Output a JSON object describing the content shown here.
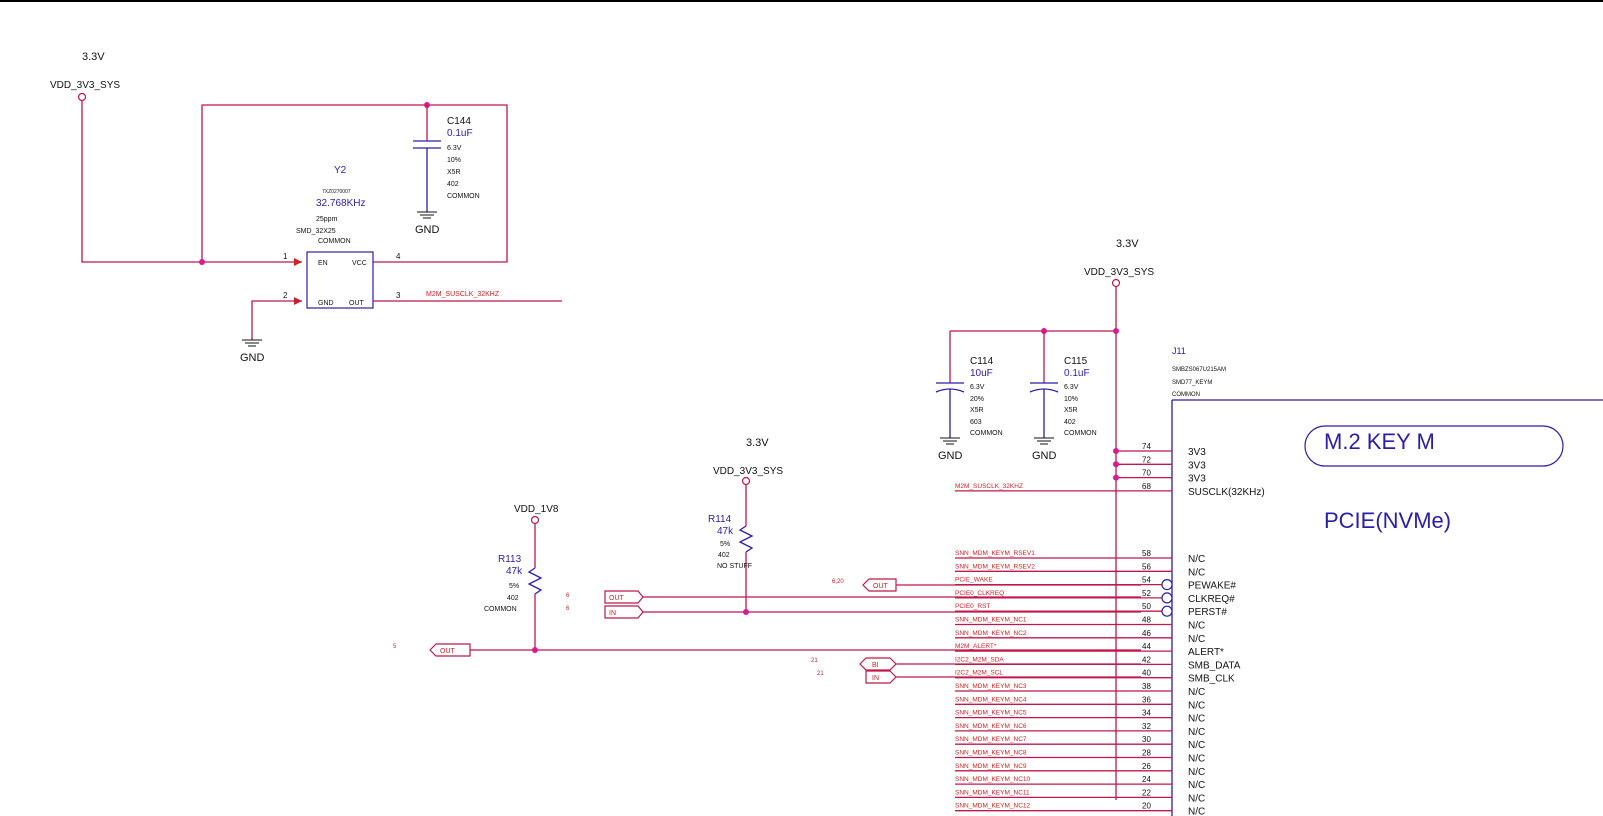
{
  "colors": {
    "wire": "#c0184a",
    "body": "#2a1ea8",
    "junction": "#d81b8f",
    "netlabel": "#d42020",
    "text": "#111111"
  },
  "rails": {
    "top_left": {
      "voltage": "3.3V",
      "net": "VDD_3V3_SYS"
    },
    "right": {
      "voltage": "3.3V",
      "net": "VDD_3V3_SYS"
    },
    "r114": {
      "voltage": "3.3V",
      "net": "VDD_3V3_SYS"
    },
    "r113": {
      "net": "VDD_1V8"
    }
  },
  "gnd_label": "GND",
  "y2": {
    "ref": "Y2",
    "part": "7XZ0270007",
    "value": "32.768KHz",
    "tol": "25ppm",
    "pkg": "SMD_32X25",
    "note": "COMMON",
    "pins": {
      "en": "EN",
      "vcc": "VCC",
      "gnd": "GND",
      "out": "OUT",
      "p1": "1",
      "p2": "2",
      "p3": "3",
      "p4": "4"
    },
    "out_net": "M2M_SUSCLK_32KHZ"
  },
  "c144": {
    "ref": "C144",
    "value": "0.1uF",
    "volt": "6.3V",
    "tol": "10%",
    "diel": "X5R",
    "pkg": "402",
    "note": "COMMON"
  },
  "c114": {
    "ref": "C114",
    "value": "10uF",
    "volt": "6.3V",
    "tol": "20%",
    "diel": "X5R",
    "pkg": "603",
    "note": "COMMON"
  },
  "c115": {
    "ref": "C115",
    "value": "0.1uF",
    "volt": "6.3V",
    "tol": "10%",
    "diel": "X5R",
    "pkg": "402",
    "note": "COMMON"
  },
  "r114": {
    "ref": "R114",
    "value": "47k",
    "tol": "5%",
    "pkg": "402",
    "note": "NO STUFF"
  },
  "r113": {
    "ref": "R113",
    "value": "47k",
    "tol": "5%",
    "pkg": "402",
    "note": "COMMON"
  },
  "j11": {
    "ref": "J11",
    "part": "SMBZS067U215AM",
    "pkg": "SMD77_KEYM",
    "note": "COMMON",
    "title": "M.2 KEY M",
    "subtitle": "PCIE(NVMe)"
  },
  "offpage": {
    "out_a": {
      "dir": "OUT",
      "ref": "6"
    },
    "in_a": {
      "dir": "IN",
      "ref": "6"
    },
    "out_b": {
      "dir": "OUT",
      "ref": "5"
    },
    "wake": {
      "dir": "OUT",
      "ref": "6,20"
    },
    "bi": {
      "dir": "BI",
      "ref": "21"
    },
    "in_b": {
      "dir": "IN",
      "ref": "21"
    }
  },
  "pins_power": [
    {
      "net": "",
      "num": "74",
      "name": "3V3"
    },
    {
      "net": "",
      "num": "72",
      "name": "3V3"
    },
    {
      "net": "",
      "num": "70",
      "name": "3V3"
    },
    {
      "net": "M2M_SUSCLK_32KHZ",
      "num": "68",
      "name": "SUSCLK(32KHz)"
    }
  ],
  "pins_signal": [
    {
      "net": "SNN_MDM_KEYM_RSEV1",
      "num": "58",
      "name": "N/C"
    },
    {
      "net": "SNN_MDM_KEYM_RSEV2",
      "num": "56",
      "name": "N/C"
    },
    {
      "net": "PCIE_WAKE",
      "num": "54",
      "name": "PEWAKE#"
    },
    {
      "net": "PCIE0_CLKREQ",
      "num": "52",
      "name": "CLKREQ#"
    },
    {
      "net": "PCIE0_RST",
      "num": "50",
      "name": "PERST#"
    },
    {
      "net": "SNN_MDM_KEYM_NC1",
      "num": "48",
      "name": "N/C"
    },
    {
      "net": "SNN_MDM_KEYM_NC2",
      "num": "46",
      "name": "N/C"
    },
    {
      "net": "M2M_ALERT*",
      "num": "44",
      "name": "ALERT*"
    },
    {
      "net": "I2C2_M2M_SDA",
      "num": "42",
      "name": "SMB_DATA"
    },
    {
      "net": "I2C2_M2M_SCL",
      "num": "40",
      "name": "SMB_CLK"
    },
    {
      "net": "SNN_MDM_KEYM_NC3",
      "num": "38",
      "name": "N/C"
    },
    {
      "net": "SNN_MDM_KEYM_NC4",
      "num": "36",
      "name": "N/C"
    },
    {
      "net": "SNN_MDM_KEYM_NC5",
      "num": "34",
      "name": "N/C"
    },
    {
      "net": "SNN_MDM_KEYM_NC6",
      "num": "32",
      "name": "N/C"
    },
    {
      "net": "SNN_MDM_KEYM_NC7",
      "num": "30",
      "name": "N/C"
    },
    {
      "net": "SNN_MDM_KEYM_NC8",
      "num": "28",
      "name": "N/C"
    },
    {
      "net": "SNN_MDM_KEYM_NC9",
      "num": "26",
      "name": "N/C"
    },
    {
      "net": "SNN_MDM_KEYM_NC10",
      "num": "24",
      "name": "N/C"
    },
    {
      "net": "SNN_MDM_KEYM_NC11",
      "num": "22",
      "name": "N/C"
    },
    {
      "net": "SNN_MDM_KEYM_NC12",
      "num": "20",
      "name": "N/C"
    }
  ]
}
